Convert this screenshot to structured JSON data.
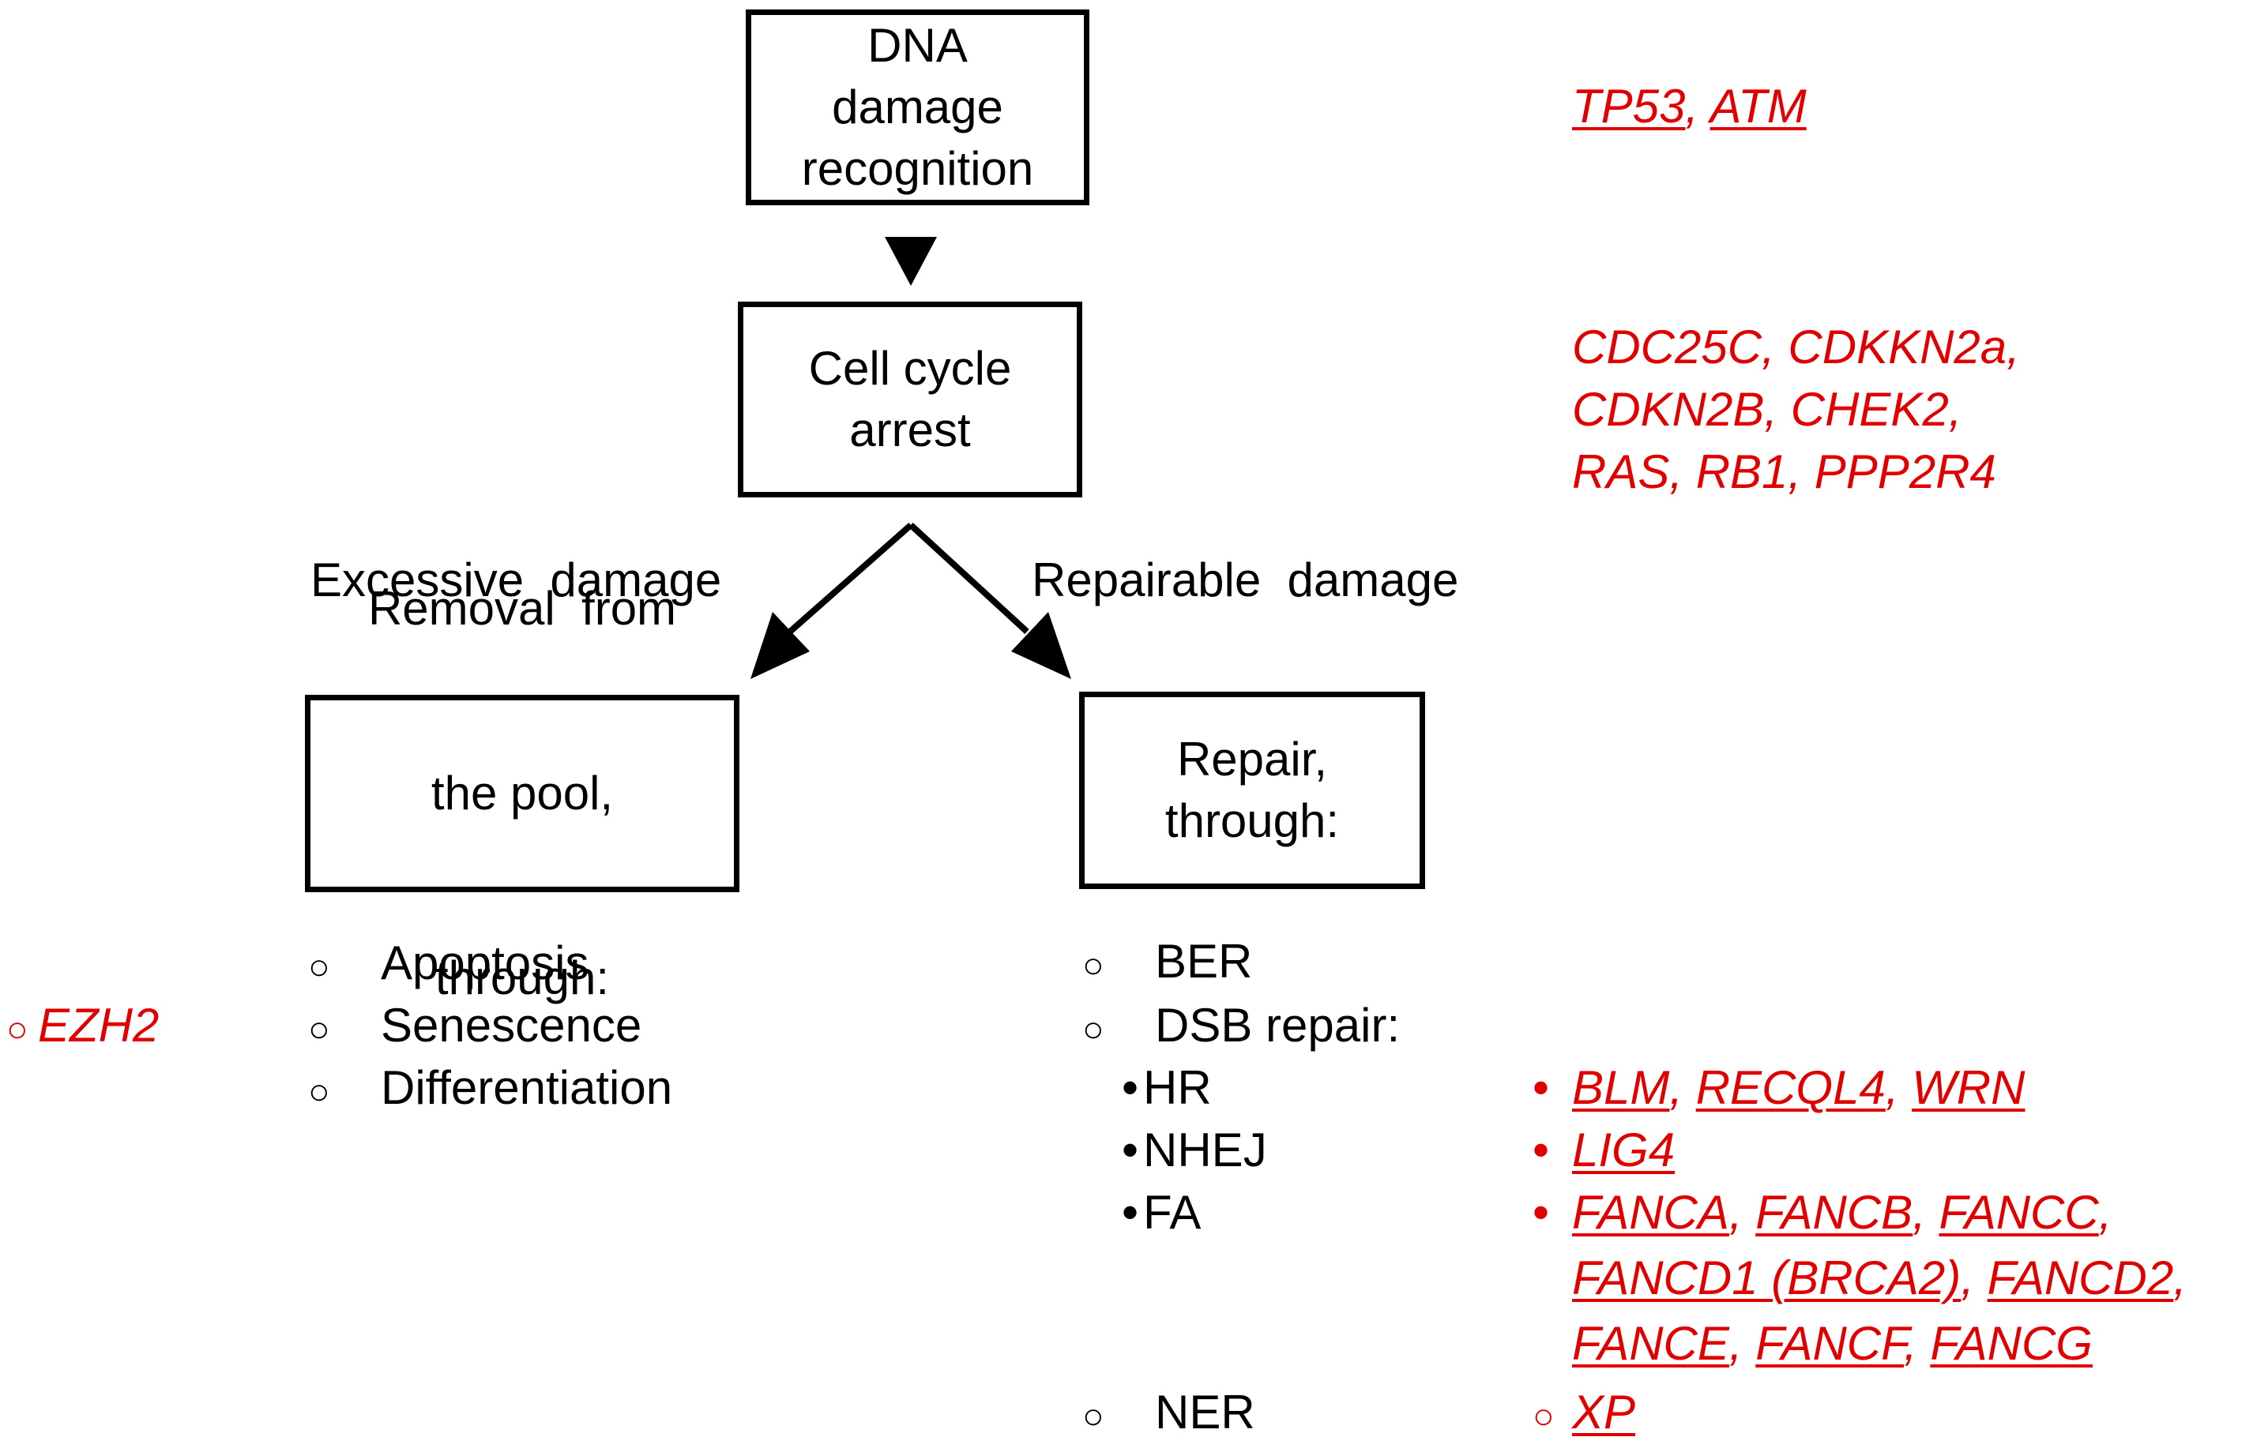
{
  "boxes": {
    "dna_damage": [
      "DNA",
      "damage",
      "recognition"
    ],
    "cell_cycle": [
      "Cell cycle",
      "arrest"
    ],
    "removal": [
      "Removal  from",
      "the pool,",
      "through:"
    ],
    "repair": [
      "Repair,",
      "through:"
    ]
  },
  "branches": {
    "excessive": "Excessive  damage",
    "repairable": "Repairable  damage"
  },
  "removal_items": [
    "Apoptosis",
    "Senescence",
    "Differentiation"
  ],
  "repair_items": {
    "ber": "BER",
    "dsb": "DSB repair:",
    "hr": "HR",
    "nhej": "NHEJ",
    "fa": "FA",
    "ner": "NER"
  },
  "list_marks": {
    "open_circle": "○",
    "dot": "•"
  },
  "genes": {
    "dna_damage": [
      "TP53",
      "ATM"
    ],
    "cell_cycle_lines": [
      "CDC25C, CDKKN2a,",
      "CDKN2B, CHEK2,",
      "RAS, RB1, PPP2R4"
    ],
    "senescence": "EZH2",
    "hr": [
      "BLM",
      "RECQL4",
      "WRN"
    ],
    "nhej": [
      "LIG4"
    ],
    "fa_lines": [
      [
        "FANCA",
        "FANCB",
        "FANCC"
      ],
      [
        "FANCD1 (BRCA2)",
        "FANCD2"
      ],
      [
        "FANCE",
        "FANCF",
        "FANCG"
      ]
    ],
    "ner": "XP"
  },
  "colors": {
    "gene_text": "#e00000",
    "box_border": "#000000"
  }
}
